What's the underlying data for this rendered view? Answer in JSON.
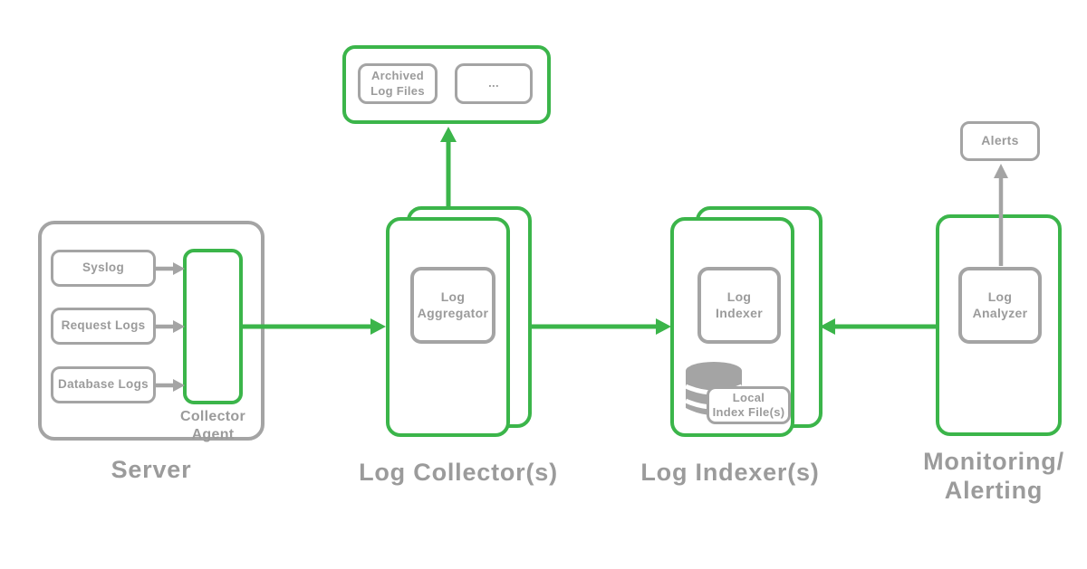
{
  "colors": {
    "green": "#3bb54a",
    "gray_border": "#a4a4a4",
    "gray_text": "#9b9b9b",
    "background": "#ffffff"
  },
  "archive": {
    "archived_files": "Archived\nLog Files",
    "more": "..."
  },
  "server": {
    "title": "Server",
    "sources": [
      "Syslog",
      "Request Logs",
      "Database Logs"
    ],
    "agent": "Collector\nAgent"
  },
  "collector": {
    "title": "Log Collector(s)",
    "component": "Log\nAggregator"
  },
  "indexer": {
    "title": "Log Indexer(s)",
    "component": "Log\nIndexer",
    "storage": "Local\nIndex File(s)"
  },
  "monitoring": {
    "title": "Monitoring/\nAlerting",
    "component": "Log\nAnalyzer",
    "alert": "Alerts"
  }
}
